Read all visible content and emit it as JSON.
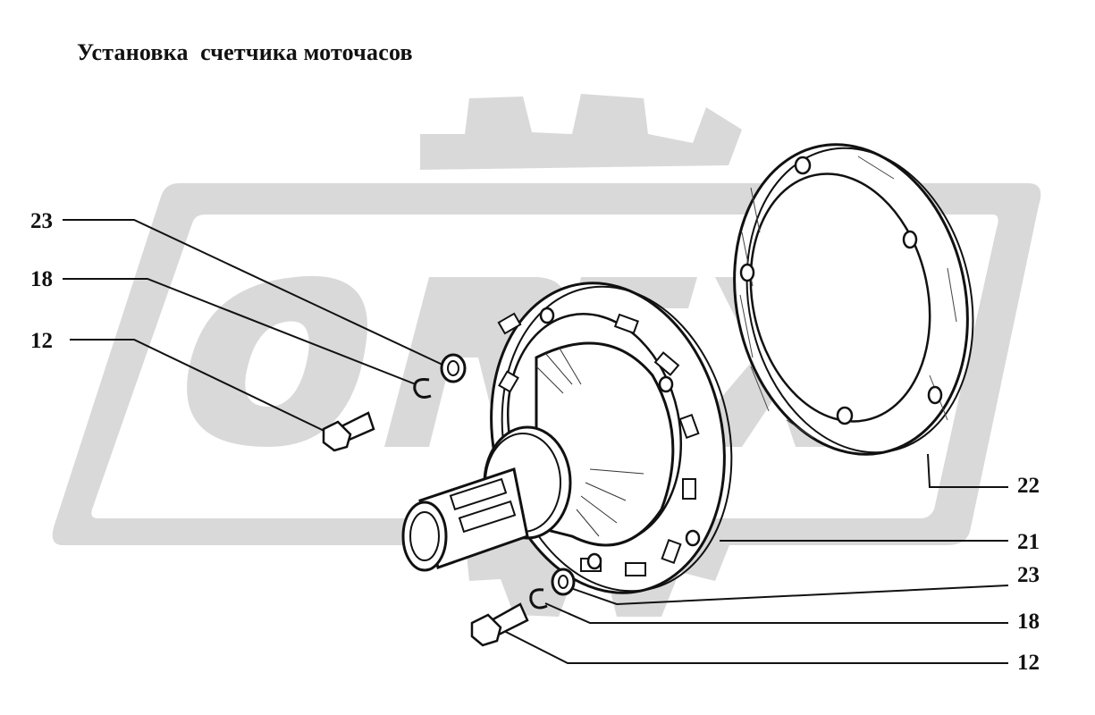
{
  "title": "Установка  счетчика моточасов",
  "watermark": {
    "text": "OREX",
    "color": "#d9d9d9"
  },
  "callouts": {
    "left": [
      "23",
      "18",
      "12"
    ],
    "right": [
      "22",
      "21",
      "23",
      "18",
      "12"
    ]
  },
  "parts": [
    {
      "number": "12",
      "name": "bolt-icon"
    },
    {
      "number": "18",
      "name": "spring-washer-icon"
    },
    {
      "number": "21",
      "name": "counter-housing-icon"
    },
    {
      "number": "22",
      "name": "gasket-ring-icon"
    },
    {
      "number": "23",
      "name": "flat-washer-icon"
    }
  ]
}
